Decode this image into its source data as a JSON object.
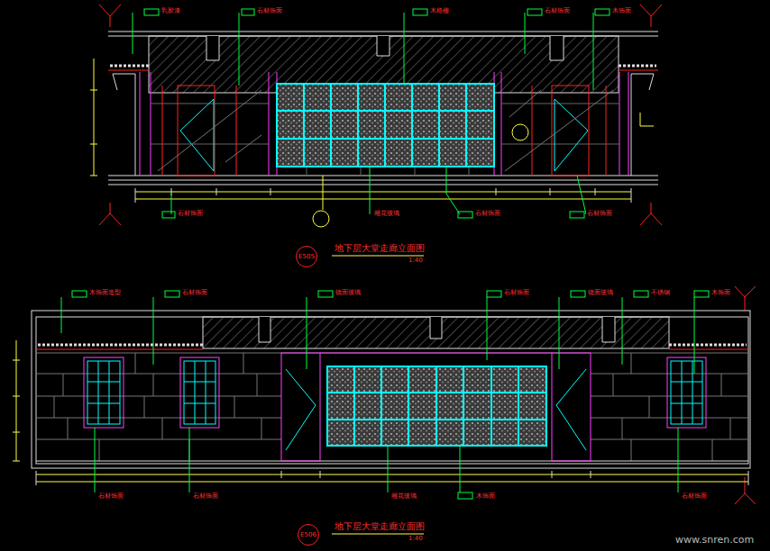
{
  "diagram": {
    "nodes": [
      {
        "text": [
          "E505"
        ]
      },
      {
        "text": [
          "E506"
        ]
      }
    ],
    "labels": [
      "地下层大堂走廊立面图",
      "1:40",
      "地下层大堂走廊立面图",
      "1:40",
      "www.snren.com",
      "乳胶漆",
      "石材饰面",
      "木格栅",
      "石材饰面",
      "木饰面",
      "石材饰面",
      "雕花玻璃",
      "石材饰面",
      "石材饰面",
      "木饰面造型",
      "石材饰面",
      "镜面玻璃",
      "石材饰面",
      "镜面玻璃",
      "不锈钢",
      "木饰面",
      "石材饰面",
      "石材饰面",
      "雕花玻璃",
      "木饰面",
      "石材饰面"
    ]
  }
}
